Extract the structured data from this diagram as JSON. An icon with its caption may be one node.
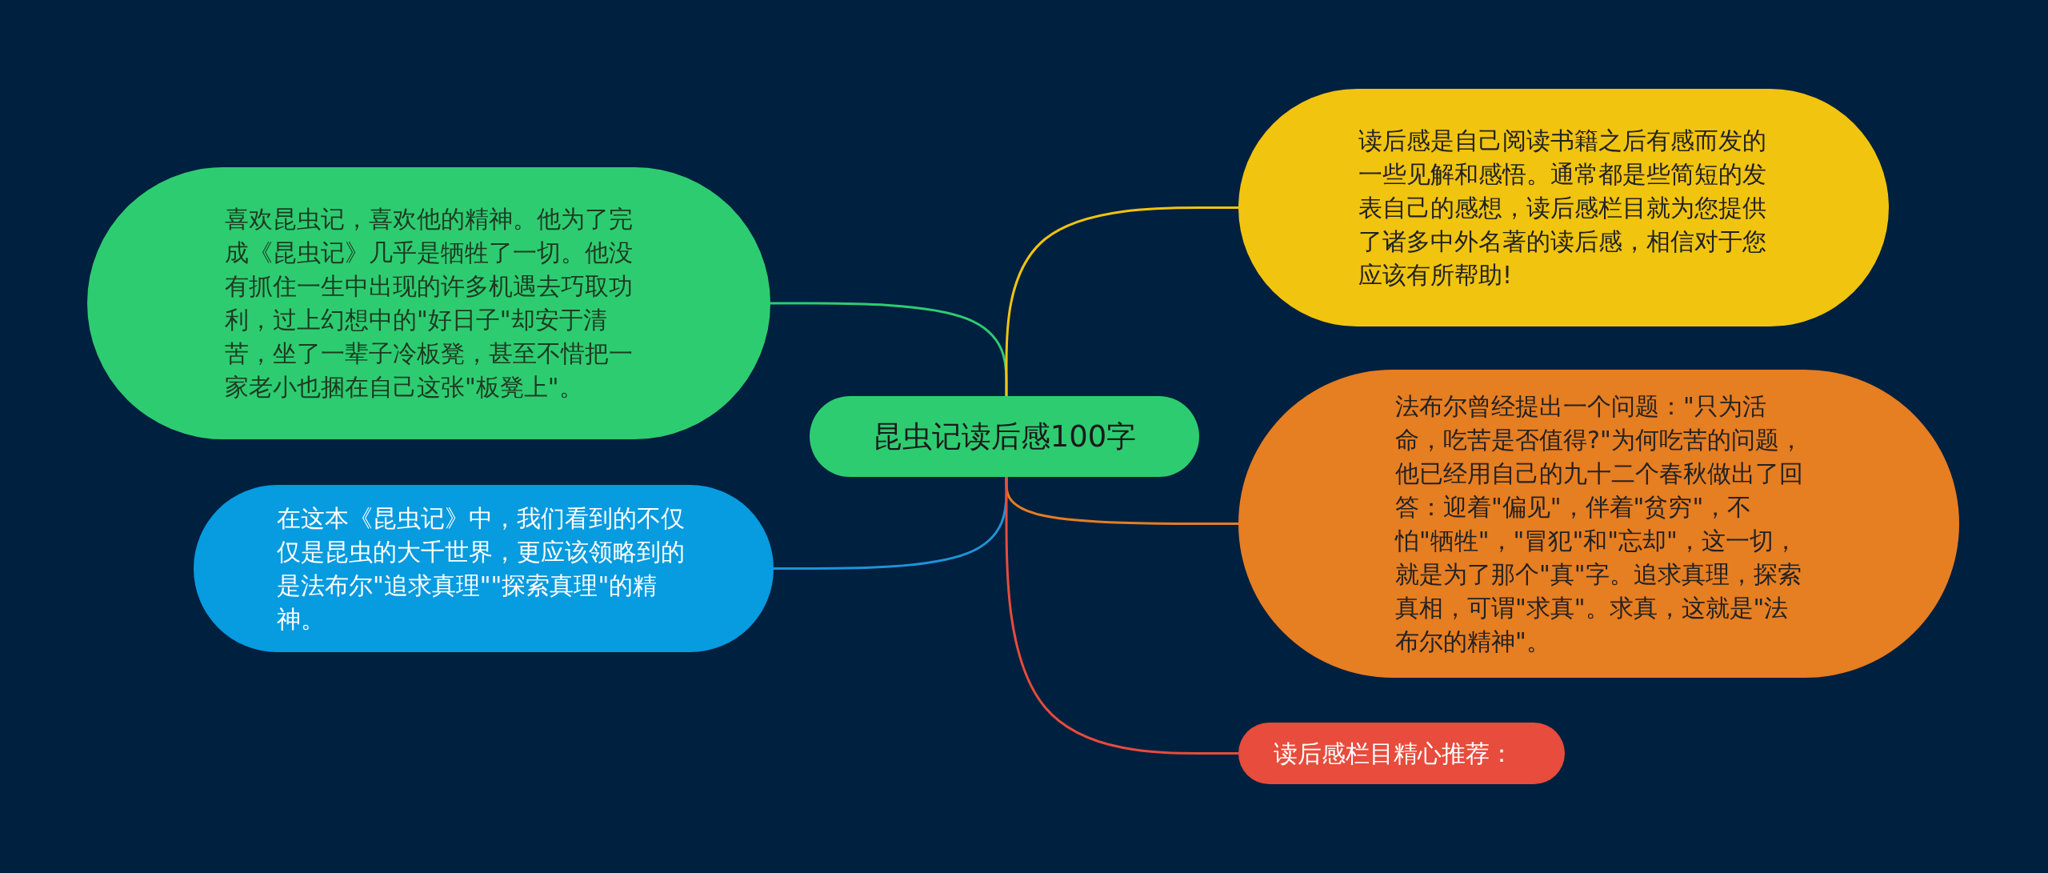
{
  "diagram": {
    "nodes": [
      {
        "text": [
          "昆虫记读后感100字"
        ]
      },
      {
        "text": [
          "喜欢昆虫记，喜欢他的精神。他为了完成《昆虫记》几乎是牺牲了一切。他没有抓住一生中出现的许多机遇去巧取功利，过上幻想中的\"好日子\"却安于清苦，坐了一辈子冷板凳，甚至不惜把一家老小也捆在自己这张\"板凳上\"。"
        ]
      },
      {
        "text": [
          "在这本《昆虫记》中，我们看到的不仅仅是昆虫的大千世界，更应该领略到的是法布尔\"追求真理\"\"探索真理\"的精神。"
        ]
      },
      {
        "text": [
          "读后感是自己阅读书籍之后有感而发的一些见解和感悟。通常都是些简短的发表自己的感想，读后感栏目就为您提供了诸多中外名著的读后感，相信对于您应该有所帮助!"
        ]
      },
      {
        "text": [
          "法布尔曾经提出一个问题：\"只为活命，吃苦是否值得?\"为何吃苦的问题，他已经用自己的九十二个春秋做出了回答：迎着\"偏见\"，伴着\"贫穷\"，不怕\"牺牲\"，\"冒犯\"和\"忘却\"，这一切，就是为了那个\"真\"字。追求真理，探索真相，可谓\"求真\"。求真，这就是\"法布尔的精神\"。"
        ]
      },
      {
        "text": [
          "读后感栏目精心推荐："
        ]
      }
    ],
    "edges": [
      {
        "from": 0,
        "to": 1,
        "arrow": "none",
        "color": "#2ecc71"
      },
      {
        "from": 0,
        "to": 2,
        "arrow": "none",
        "color": "#1f93d9"
      },
      {
        "from": 0,
        "to": 3,
        "arrow": "none",
        "color": "#f1c40f"
      },
      {
        "from": 0,
        "to": 4,
        "arrow": "none",
        "color": "#e67e22"
      },
      {
        "from": 0,
        "to": 5,
        "arrow": "none",
        "color": "#e74c3c"
      }
    ]
  }
}
